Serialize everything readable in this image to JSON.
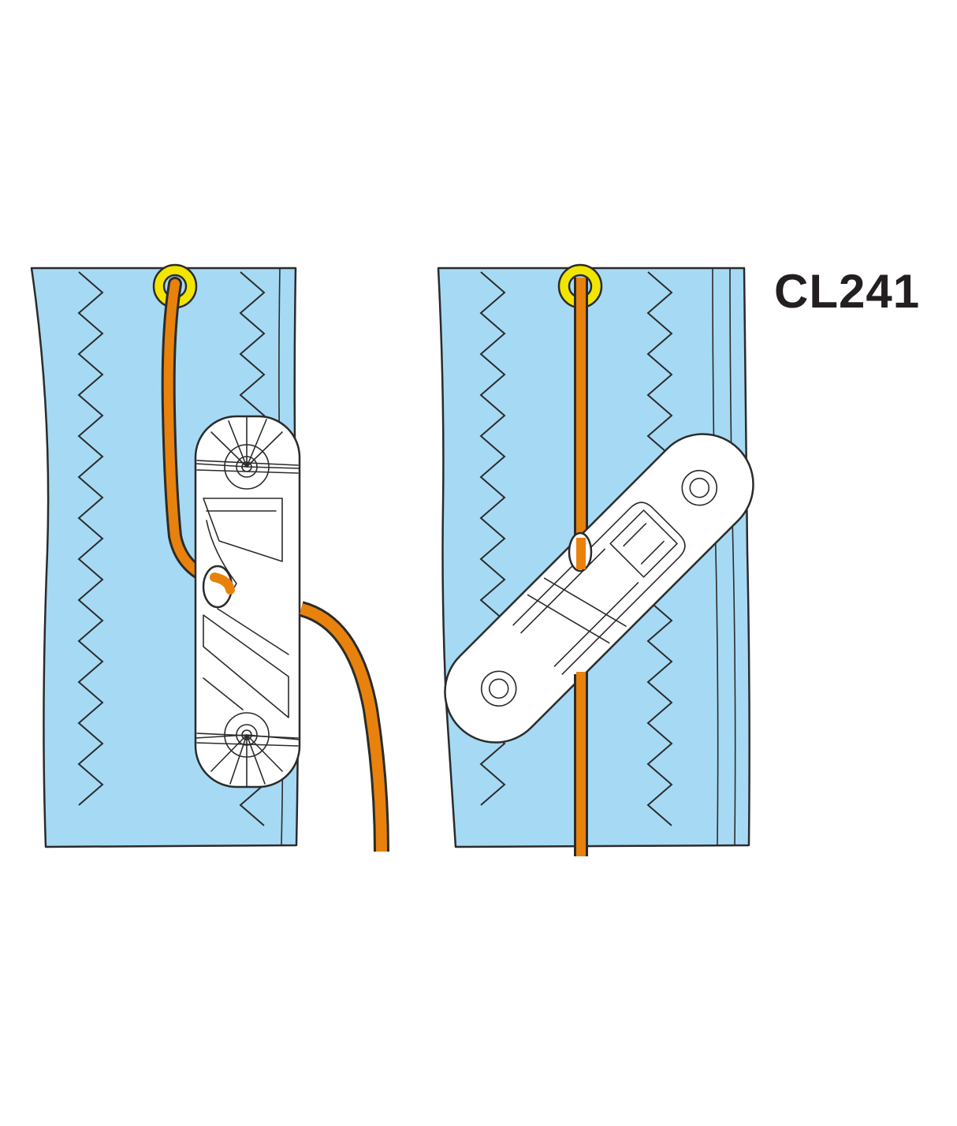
{
  "model_label": "CL241",
  "colors": {
    "sail": "#a6daf4",
    "outline": "#2b2b2b",
    "line": "#e8820c",
    "grommet": "#f2e500",
    "cleat": "#ffffff",
    "background": "#ffffff"
  },
  "figures": [
    {
      "name": "cleat-vertical",
      "icons": [
        "sail-panel-icon",
        "grommet-icon",
        "control-line-icon",
        "cleat-icon"
      ]
    },
    {
      "name": "cleat-angled",
      "icons": [
        "sail-panel-icon",
        "grommet-icon",
        "control-line-icon",
        "cleat-icon"
      ]
    }
  ]
}
